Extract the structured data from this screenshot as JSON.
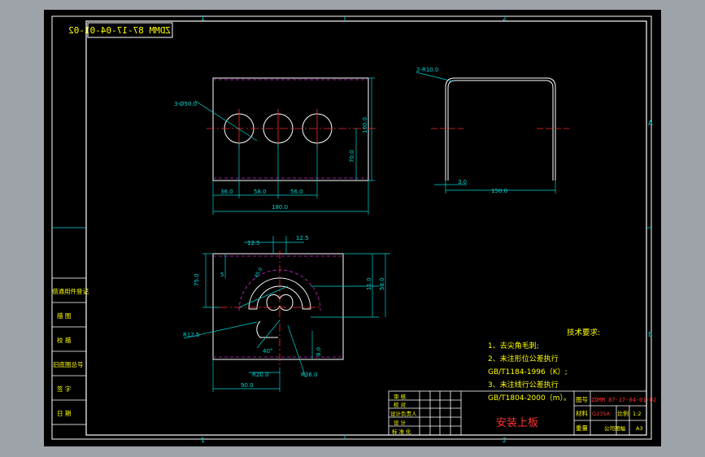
{
  "drawing": {
    "code_mirrored": "ZDMM 87-17-04-01-02",
    "zones": {
      "top_1": "1",
      "top_2": "2",
      "bottom_1": "1",
      "bottom_2": "2",
      "right_a": "A",
      "right_b": "B"
    },
    "front_view": {
      "hole_callout": "3-Ø50.0",
      "dim_height": "100.0",
      "dim_hole_height": "70.0",
      "dim_a": "36.0",
      "dim_b": "58.0",
      "dim_c": "56.0",
      "dim_total": "180.0"
    },
    "side_view": {
      "radius_callout": "2-R10.0",
      "dim_thickness": "3.0",
      "dim_width": "150.0"
    },
    "plan_view": {
      "dim_top_a": "12.5",
      "dim_top_b": "12.5",
      "dim_left_height": "75.0",
      "dim_left_small": "5",
      "dim_right_a": "11.0",
      "dim_right_b": "58.0",
      "dim_r_left": "R12.5",
      "dim_r_inner": "R20.0",
      "dim_angle": "40°",
      "dim_r_bottom": "R36.0",
      "dim_slot": "8.0",
      "dim_bottom": "90.0",
      "dim_diag": "45.0"
    },
    "left_stamp": [
      "借通用件登记",
      "描    图",
      "校    描",
      "旧底图总号",
      "签    字",
      "日    期"
    ],
    "notes": {
      "heading": "技术要求:",
      "lines": [
        "1、去尖角毛刺;",
        "2、未注形位公差执行",
        "GB/T1184-1996（K）;",
        "3、未注线行公差执行",
        "GB/T1804-2000（m）。"
      ]
    },
    "title_block": {
      "left_labels": [
        "审  核",
        "校  对",
        "设计负责人",
        "设  计",
        "标 准 化"
      ],
      "title": "安装上板",
      "drawing_no_label": "图号",
      "drawing_no": "ZDMM 87-17-04-01-02",
      "material_label": "材料",
      "material": "Q235A",
      "scale_label": "比例",
      "scale": "1:2",
      "weight_label": "重量",
      "company": "公司图幅",
      "sheet_size": "A3"
    },
    "colors": {
      "background": "#000000",
      "outline": "#ffffff",
      "dimension": "#00d5d5",
      "center": "#ff2a2a",
      "hidden": "#d22ad2",
      "text_yellow": "#ffff00",
      "text_red": "#ff3030"
    }
  }
}
